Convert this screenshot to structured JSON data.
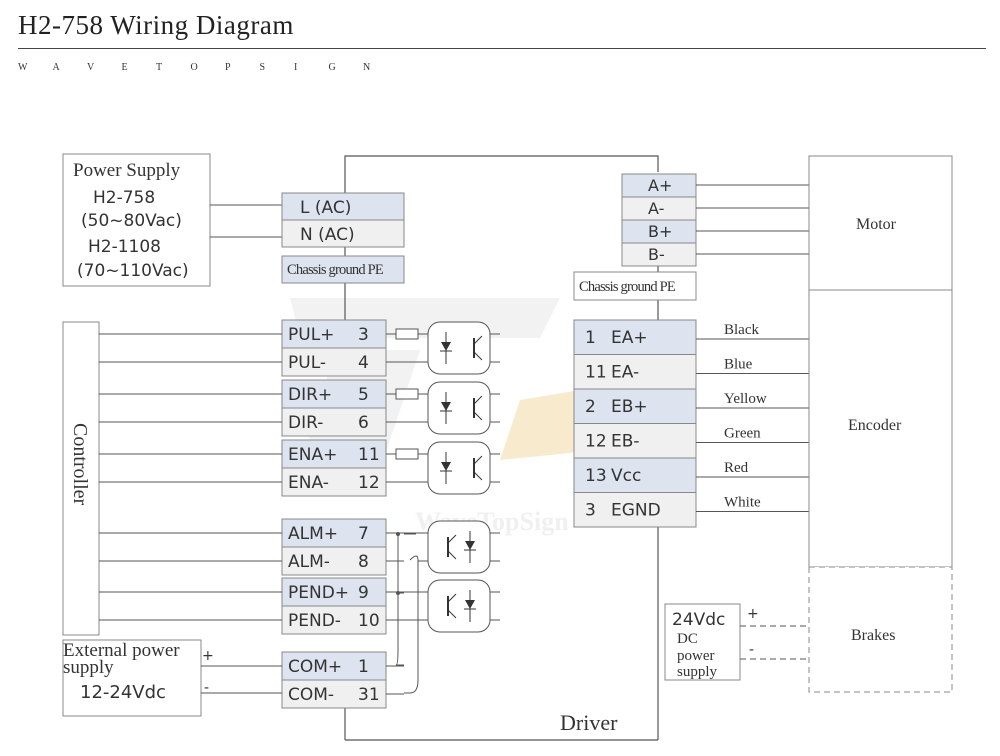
{
  "title": "H2-758 Wiring Diagram",
  "brand": "WAVETOPSIGN",
  "watermark": "WaveTopSign",
  "power_supply": {
    "heading": "Power Supply",
    "model_1": "H2-758",
    "range_1": "(50~80Vac)",
    "model_2": "H2-1108",
    "range_2": "(70~110Vac)"
  },
  "controller": "Controller",
  "external_power": {
    "line_1": "External power",
    "line_2": "supply",
    "voltage": "12-24Vdc",
    "plus": "+",
    "minus": "-"
  },
  "driver_label": "Driver",
  "ac_terminals": [
    "L (AC)",
    "N (AC)"
  ],
  "pe_label": "Chassis ground PE",
  "left_terminals": [
    {
      "name": "PUL+",
      "pin": "3"
    },
    {
      "name": "PUL-",
      "pin": "4"
    },
    {
      "name": "DIR+",
      "pin": "5"
    },
    {
      "name": "DIR-",
      "pin": "6"
    },
    {
      "name": "ENA+",
      "pin": "11"
    },
    {
      "name": "ENA-",
      "pin": "12"
    },
    {
      "name": "ALM+",
      "pin": "7"
    },
    {
      "name": "ALM-",
      "pin": "8"
    },
    {
      "name": "PEND+",
      "pin": "9"
    },
    {
      "name": "PEND-",
      "pin": "10"
    },
    {
      "name": "COM+",
      "pin": "1"
    },
    {
      "name": "COM-",
      "pin": "31"
    }
  ],
  "motor_terminals": [
    "A+",
    "A-",
    "B+",
    "B-"
  ],
  "encoder_terminals": [
    {
      "pin": "1",
      "name": "EA+",
      "wire": "Black"
    },
    {
      "pin": "11",
      "name": "EA-",
      "wire": "Blue"
    },
    {
      "pin": "2",
      "name": "EB+",
      "wire": "Yellow"
    },
    {
      "pin": "12",
      "name": "EB-",
      "wire": "Green"
    },
    {
      "pin": "13",
      "name": "Vcc",
      "wire": "Red"
    },
    {
      "pin": "3",
      "name": "EGND",
      "wire": "White"
    }
  ],
  "motor_label": "Motor",
  "encoder_label": "Encoder",
  "brakes_label": "Brakes",
  "dc_supply": {
    "voltage": "24Vdc",
    "line_1": "DC",
    "line_2": "power",
    "line_3": "supply",
    "plus": "+",
    "minus": "-"
  },
  "colors": {
    "terminal_fill": "#dde3ef",
    "terminal_alt_fill": "#f0f0f0",
    "box_stroke": "#888888",
    "line": "#555555",
    "watermark": "#f3d9a6"
  }
}
